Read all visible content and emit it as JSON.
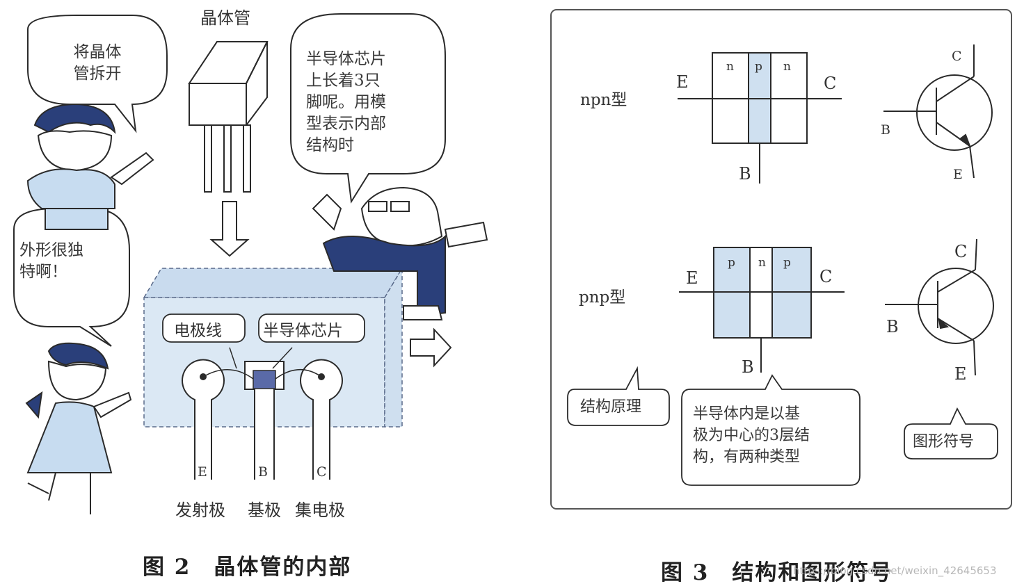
{
  "fig2": {
    "transistor_label": "晶体管",
    "bubble_boy": "将晶体\n管拆开",
    "bubble_girl": "外形很独\n特啊！",
    "bubble_prof": "半导体芯片\n上长着3只\n脚呢。用模\n型表示内部\n结构时",
    "tag_wire": "电极线",
    "tag_chip": "半导体芯片",
    "pin_e": "E",
    "pin_b": "B",
    "pin_c": "C",
    "name_e": "发射极",
    "name_b": "基极",
    "name_c": "集电极",
    "caption": "图 2　晶体管的内部"
  },
  "fig3": {
    "npn_label": "npn型",
    "pnp_label": "pnp型",
    "npn_layers": [
      "n",
      "p",
      "n"
    ],
    "pnp_layers": [
      "p",
      "n",
      "p"
    ],
    "E": "E",
    "B": "B",
    "C": "C",
    "tag_structure": "结构原理",
    "tag_desc": "半导体内是以基\n极为中心的3层结\n构，有两种类型",
    "tag_symbol": "图形符号",
    "caption": "图 3　结构和图形符号"
  },
  "watermark": "https://blog.csdn.net/weixin_42645653",
  "colors": {
    "fill_blue": "#cfe0f0",
    "shade_blue": "#c7d9ee",
    "line": "#2a2a2a",
    "chip": "#4a5a9a"
  }
}
